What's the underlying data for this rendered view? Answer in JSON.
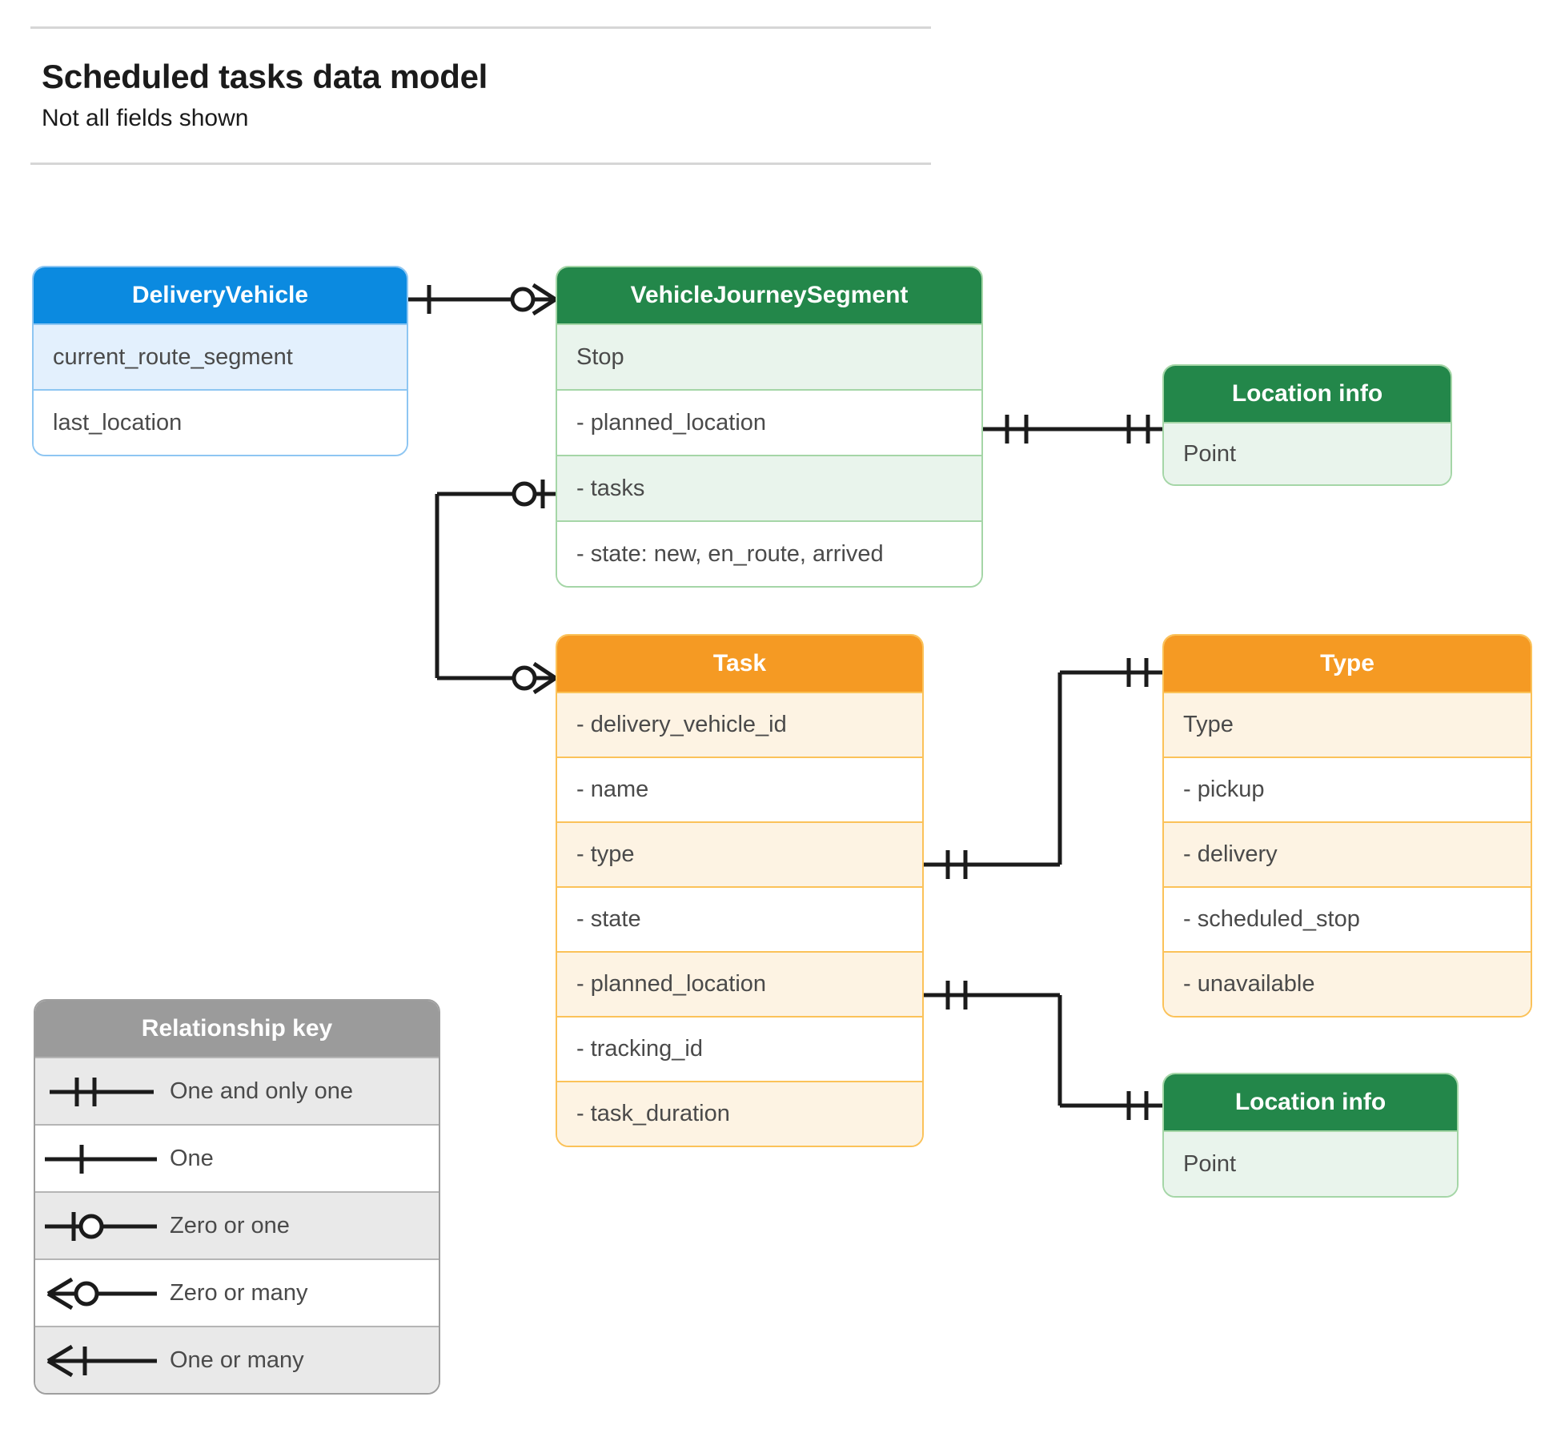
{
  "header": {
    "title": "Scheduled tasks data model",
    "subtitle": "Not all fields shown"
  },
  "colors": {
    "blue_header": "#0b8ae0",
    "blue_border": "#8ec6f2",
    "blue_row_alt": "#e3f0fd",
    "green_header": "#23874a",
    "green_border": "#a5d6a7",
    "green_row_alt": "#e9f4ec",
    "orange_header": "#f59a23",
    "orange_border": "#fbc259",
    "orange_row_alt": "#fdf3e3",
    "grey_header": "#9b9b9b",
    "grey_row_alt": "#e9e9e9",
    "connector": "#1b1b1b",
    "text": "#4a4a4a",
    "rule": "#d6d6d6"
  },
  "entities": {
    "delivery_vehicle": {
      "title": "DeliveryVehicle",
      "rows": [
        "current_route_segment",
        "last_location"
      ]
    },
    "vehicle_journey_segment": {
      "title": "VehicleJourneySegment",
      "rows": [
        "Stop",
        "-  planned_location",
        "- tasks",
        "- state: new, en_route, arrived"
      ]
    },
    "location_info_top": {
      "title": "Location info",
      "rows": [
        "Point"
      ]
    },
    "location_info_bottom": {
      "title": "Location info",
      "rows": [
        "Point"
      ]
    },
    "task": {
      "title": "Task",
      "rows": [
        "- delivery_vehicle_id",
        "- name",
        "- type",
        "- state",
        "- planned_location",
        "- tracking_id",
        "- task_duration"
      ]
    },
    "type": {
      "title": "Type",
      "rows": [
        "Type",
        "-   pickup",
        "-   delivery",
        "-   scheduled_stop",
        "-   unavailable"
      ]
    }
  },
  "legend": {
    "title": "Relationship key",
    "items": [
      {
        "symbol": "one-and-only-one",
        "label": "One and only one"
      },
      {
        "symbol": "one",
        "label": "One"
      },
      {
        "symbol": "zero-or-one",
        "label": "Zero or one"
      },
      {
        "symbol": "zero-or-many",
        "label": "Zero or many"
      },
      {
        "symbol": "one-or-many",
        "label": "One or many"
      }
    ]
  },
  "relationships": [
    {
      "from": "DeliveryVehicle",
      "from_cardinality": "one",
      "to": "VehicleJourneySegment",
      "to_cardinality": "zero-or-many"
    },
    {
      "from": "VehicleJourneySegment.planned_location",
      "from_cardinality": "one-and-only-one",
      "to": "Location info",
      "to_cardinality": "one-and-only-one"
    },
    {
      "from": "VehicleJourneySegment.tasks",
      "from_cardinality": "zero-or-one",
      "to": "Task",
      "to_cardinality": "zero-or-many"
    },
    {
      "from": "Task.type",
      "from_cardinality": "one-and-only-one",
      "to": "Type",
      "to_cardinality": "one-and-only-one"
    },
    {
      "from": "Task.planned_location",
      "from_cardinality": "one-and-only-one",
      "to": "Location info",
      "to_cardinality": "one-and-only-one"
    }
  ]
}
